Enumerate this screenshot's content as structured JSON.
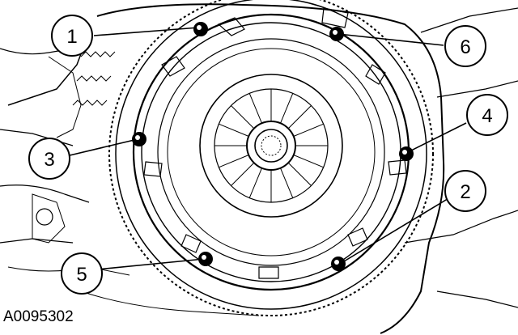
{
  "figure": {
    "id": "A0095302"
  },
  "callouts": [
    {
      "number": "1"
    },
    {
      "number": "2"
    },
    {
      "number": "3"
    },
    {
      "number": "4"
    },
    {
      "number": "5"
    },
    {
      "number": "6"
    }
  ],
  "colors": {
    "ink": "#000000",
    "background": "#ffffff"
  }
}
